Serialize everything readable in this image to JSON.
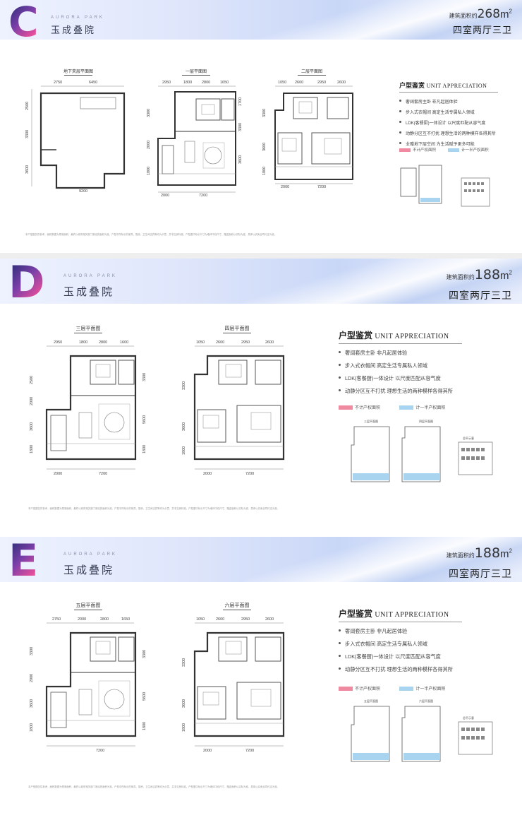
{
  "brand": {
    "en": "AURORA PARK",
    "cn": "玉成叠院"
  },
  "colors": {
    "non_title": "#f08aa0",
    "half_title": "#a8d4f0",
    "wall": "#333333"
  },
  "common": {
    "area_label": "建筑面积约",
    "unit": "m",
    "sup": "2",
    "layout": "四室两厅三卫",
    "appreciation_cn": "户型鉴赏",
    "appreciation_en": "UNIT APPRECIATION",
    "legend_non": "不计产权面积",
    "legend_half": "计一半产权面积",
    "mini_label": "总平示意"
  },
  "panels": [
    {
      "letter": "C",
      "area": "268",
      "plans": [
        {
          "title": "地下夹层平面图",
          "top_dims": [
            "2750",
            "6450"
          ],
          "left_dims": [
            "2500",
            "3300",
            "3600"
          ],
          "bottom_dims": [
            "9200"
          ]
        },
        {
          "title": "一层平面图",
          "top_dims": [
            "2950",
            "1800",
            "2800",
            "1650"
          ],
          "left_dims": [
            "3300",
            "2000",
            "1800"
          ],
          "right_dims": [
            "1700",
            "3300",
            "3600"
          ],
          "bottom_dims": [
            "2000",
            "7200"
          ]
        },
        {
          "title": "二层平面图",
          "top_dims": [
            "1050",
            "2600",
            "2950",
            "2600"
          ],
          "left_dims": [
            "3300",
            "3600",
            "1800"
          ],
          "bottom_dims": [
            "2000",
            "7200"
          ]
        }
      ],
      "bullets": [
        "奢阔套房主卧 非凡起居体验",
        "步入式衣帽间 高定生活专属私人领域",
        "LDK(客餐厨)一体设计 以尺度匹配从容气度",
        "动静分区互不打扰 理想生活的两种模样各得其所",
        "业赠地下层空间 为生活赋予更多可能"
      ],
      "footnote": "本户型图仅供参考，面积数据为预测面积，最终以政府相关部门测绘的面积为准。户型中所标示的家具、厨房、卫生间洁具等均为示意，并非交房标准。户型图中标示尺寸为墙体中线尺寸，赠送面积以实际为准，具体以买卖合同约定为准。"
    },
    {
      "letter": "D",
      "area": "188",
      "plans": [
        {
          "title": "三层平面图",
          "top_dims": [
            "2950",
            "1800",
            "2800",
            "1600"
          ],
          "left_dims": [
            "2500",
            "2000",
            "3600",
            "1800"
          ],
          "right_dims": [
            "3300",
            "5600",
            "1800"
          ],
          "bottom_dims": [
            "2000",
            "7200"
          ]
        },
        {
          "title": "四层平面图",
          "top_dims": [
            "1050",
            "2600",
            "2950",
            "2600"
          ],
          "left_dims": [
            "3300",
            "3600",
            "1800"
          ],
          "bottom_dims": [
            "2000",
            "7200"
          ]
        }
      ],
      "bullets": [
        "奢阔套房主卧 非凡起居体验",
        "步入式衣帽间 高定生活专属私人领域",
        "LDK(客餐厨)一体设计 以尺度匹配从容气度",
        "动静分区互不打扰 理想生活的两种模样各得其所"
      ],
      "minis": [
        "三层平面图",
        "四层平面图"
      ],
      "footnote": "本户型图仅供参考，面积数据为预测面积，最终以政府相关部门测绘的面积为准。户型中所标示的家具、厨房、卫生间洁具等均为示意，并非交房标准。户型图中标示尺寸为墙体中线尺寸，赠送面积以实际为准，具体以买卖合同约定为准。"
    },
    {
      "letter": "E",
      "area": "188",
      "plans": [
        {
          "title": "五层平面图",
          "top_dims": [
            "2750",
            "2000",
            "2800",
            "1650"
          ],
          "left_dims": [
            "3300",
            "2000",
            "3600",
            "1800"
          ],
          "right_dims": [
            "3300",
            "5600",
            "1800"
          ],
          "bottom_dims": [
            "7200"
          ]
        },
        {
          "title": "六层平面图",
          "top_dims": [
            "1050",
            "2600",
            "2950",
            "2600"
          ],
          "left_dims": [
            "3300",
            "3600",
            "1800"
          ],
          "bottom_dims": [
            "2000",
            "7200"
          ]
        }
      ],
      "bullets": [
        "奢阔套房主卧 非凡起居体验",
        "步入式衣帽间 高定生活专属私人领域",
        "LDK(客餐厨)一体设计 以尺度匹配从容气度",
        "动静分区互不打扰 理想生活的两种模样各得其所"
      ],
      "minis": [
        "五层平面图",
        "六层平面图"
      ],
      "footnote": "本户型图仅供参考，面积数据为预测面积，最终以政府相关部门测绘的面积为准。户型中所标示的家具、厨房、卫生间洁具等均为示意，并非交房标准。户型图中标示尺寸为墙体中线尺寸，赠送面积以实际为准，具体以买卖合同约定为准。"
    }
  ]
}
